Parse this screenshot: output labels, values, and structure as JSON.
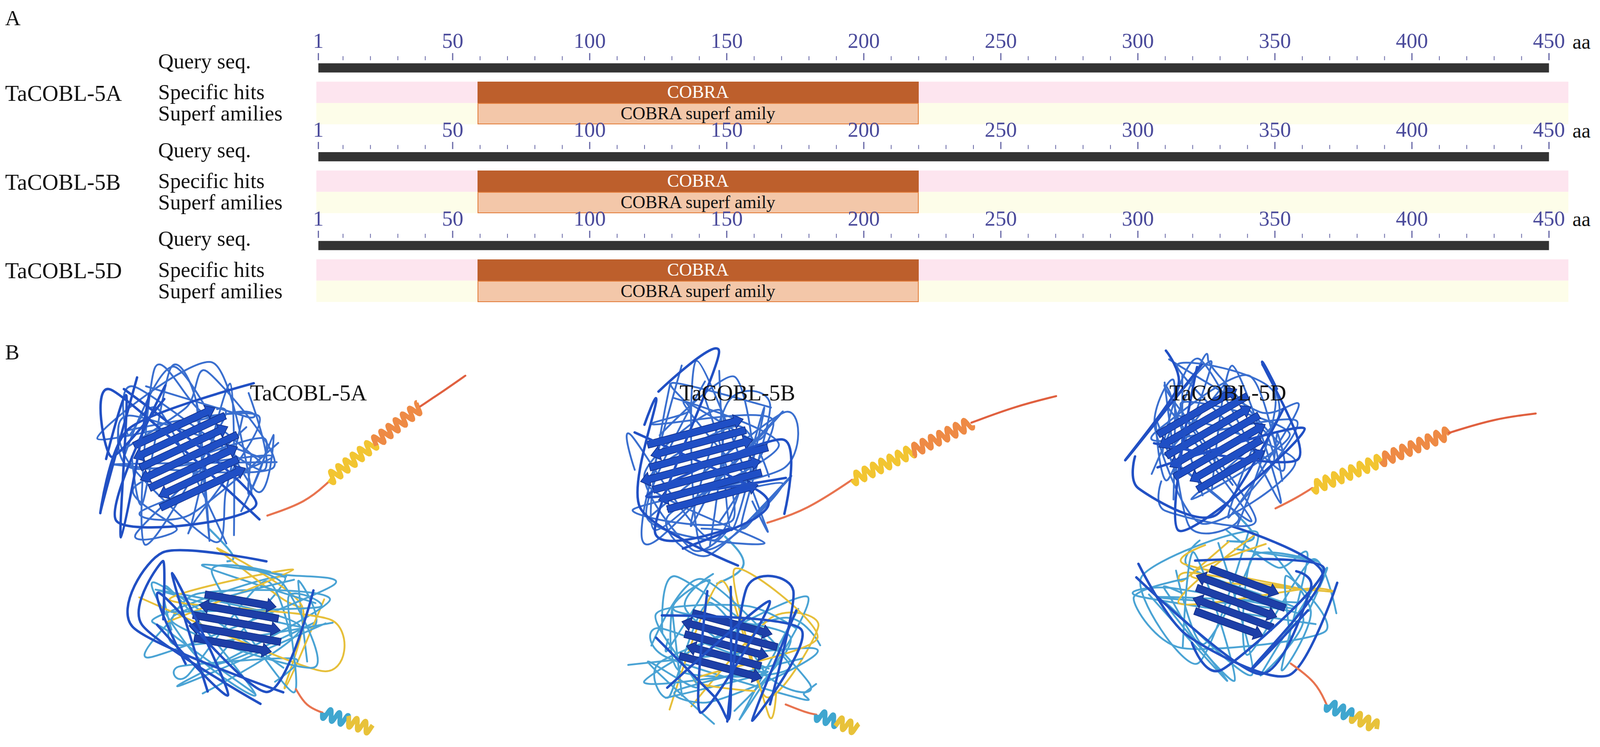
{
  "diagram": {
    "nodes": [
      {
        "text": [
          "COBRA"
        ]
      },
      {
        "text": [
          "COBRA superf amily"
        ]
      },
      {
        "text": [
          "COBRA"
        ]
      },
      {
        "text": [
          "COBRA superf amily"
        ]
      },
      {
        "text": [
          "COBRA"
        ]
      },
      {
        "text": [
          "COBRA superf amily"
        ]
      }
    ],
    "labels": [
      "A",
      "1",
      "50",
      "100",
      "150",
      "200",
      "250",
      "300",
      "350",
      "400",
      "450",
      "aa",
      "Query seq.",
      "TaCOBL-5A",
      "Specific hits",
      "Superf amilies",
      "1",
      "50",
      "100",
      "150",
      "200",
      "250",
      "300",
      "350",
      "400",
      "450",
      "aa",
      "Query seq.",
      "TaCOBL-5B",
      "Specific hits",
      "Superf amilies",
      "1",
      "50",
      "100",
      "150",
      "200",
      "250",
      "300",
      "350",
      "400",
      "450",
      "aa",
      "Query seq.",
      "TaCOBL-5D",
      "Specific hits",
      "Superf amilies",
      "B",
      "TaCOBL-5A",
      "TaCOBL-5B",
      "TaCOBL-5D"
    ]
  }
}
